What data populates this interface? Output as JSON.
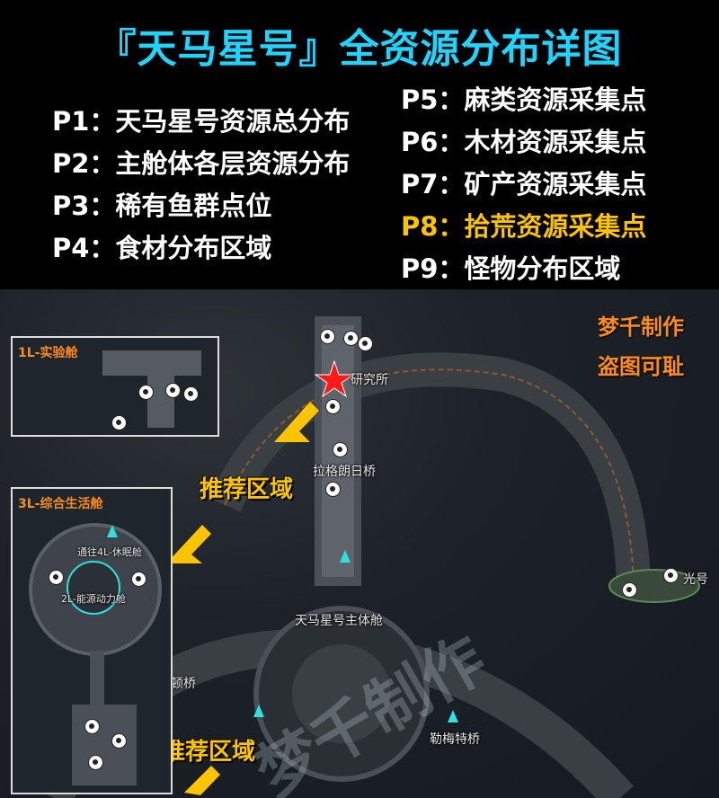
{
  "title": "『天马星号』全资源分布详图",
  "list_left": [
    {
      "label": "P1：天马星号资源总分布"
    },
    {
      "label": "P2：主舱体各层资源分布"
    },
    {
      "label": "P3：稀有鱼群点位"
    },
    {
      "label": "P4：食材分布区域"
    }
  ],
  "list_right": [
    {
      "label": "P5：麻类资源采集点"
    },
    {
      "label": "P6：木材资源采集点"
    },
    {
      "label": "P7：矿产资源采集点"
    },
    {
      "label": "P8：拾荒资源采集点",
      "highlight": true
    },
    {
      "label": "P9：怪物分布区域"
    }
  ],
  "map": {
    "watermark_line1": "梦千制作",
    "watermark_line2": "盗图可耻",
    "ghost_watermark": "梦千制作",
    "inset_top_label": "1L-实验舱",
    "inset_left_label": "3L-综合生活舱",
    "inset_left_text1": "通往4L-休眠舱",
    "inset_left_text2": "2L-能源动力舱",
    "recommend_1": "推荐区域",
    "recommend_2": "推荐区域",
    "label_lab": "研究所",
    "label_bridge_lagrange": "拉格朗日桥",
    "label_main_cabin": "天马星号主体舱",
    "label_dun_bridge": "顿桥",
    "label_lemeite_bridge": "勒梅特桥",
    "label_ship_right": "光号",
    "colors": {
      "title": "#22d3ff",
      "highlight": "#ffc400",
      "watermark": "#ff8a1e",
      "resource_icon": "#ffffff",
      "special_icon": "#30e0e0"
    }
  }
}
